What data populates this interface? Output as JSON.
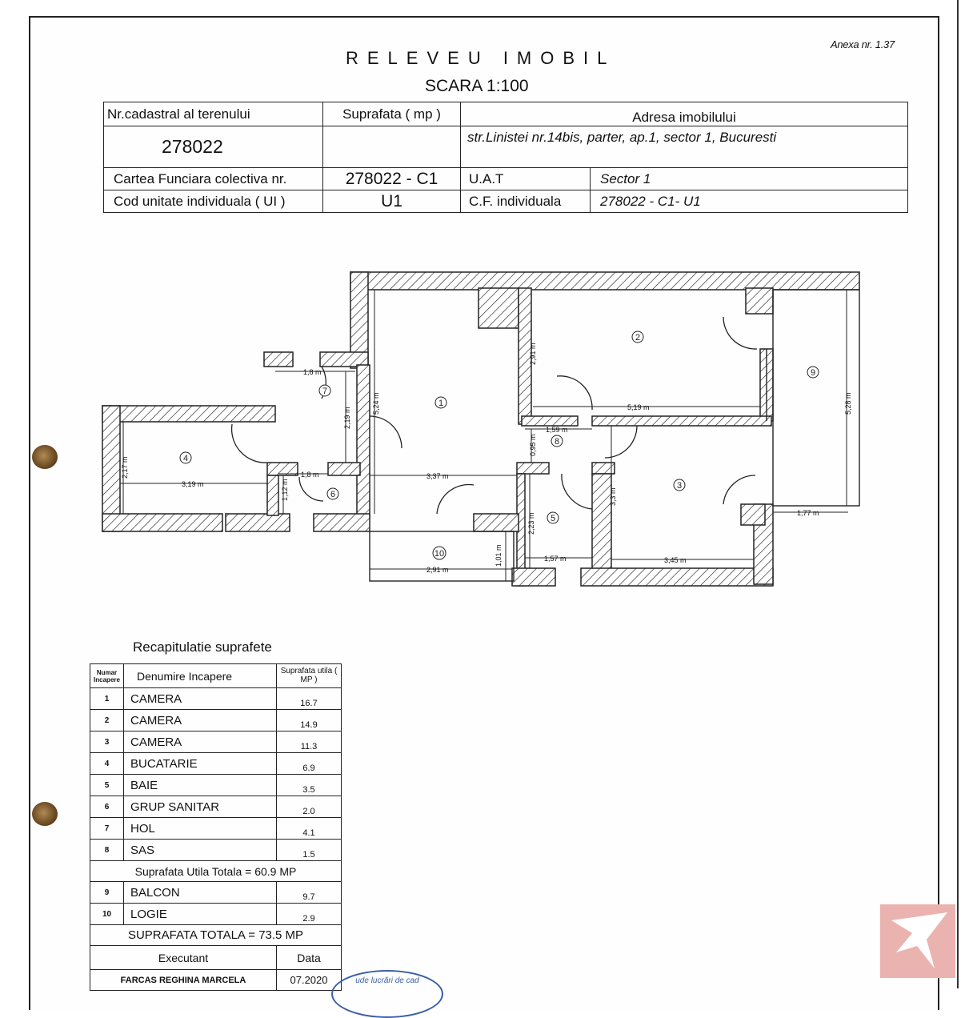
{
  "document": {
    "annex": "Anexa nr. 1.37",
    "title": "RELEVEU IMOBIL",
    "scale": "SCARA 1:100",
    "stamp_text": "ude lucrări de cad"
  },
  "header_table": {
    "cadastral_label": "Nr.cadastral al terenului",
    "cadastral_value": "278022",
    "area_label": "Suprafata ( mp )",
    "area_value": "",
    "address_label": "Adresa imobilului",
    "address_value": "str.Linistei nr.14bis, parter, ap.1, sector 1, Bucuresti",
    "cf_label": "Cartea Funciara colectiva nr.",
    "cf_value": "278022 - C1",
    "uat_label": "U.A.T",
    "uat_value": "Sector 1",
    "ui_label": "Cod unitate individuala ( UI )",
    "ui_value": "U1",
    "cf_ind_label": "C.F. individuala",
    "cf_ind_value": "278022 - C1- U1"
  },
  "floor_plan": {
    "rooms": [
      "1",
      "2",
      "3",
      "4",
      "5",
      "6",
      "7",
      "8",
      "9",
      "10"
    ],
    "dimensions": [
      "1,8 m",
      "2,19 m",
      "5,24 m",
      "2,91 m",
      "5,19 m",
      "5,28 m",
      "1,59 m",
      "0,95 m",
      "2,17 m",
      "3,19 m",
      "1,8 m",
      "1,12 m",
      "3,37 m",
      "3,3 m",
      "2,23 m",
      "1,77 m",
      "1,01 m",
      "2,91 m",
      "1,57 m",
      "3,45 m"
    ]
  },
  "recap": {
    "title": "Recapitulatie suprafete",
    "col_num": "Numar Incapere",
    "col_name": "Denumire Incapere",
    "col_area": "Suprafata utila ( MP )",
    "rows": [
      {
        "num": "1",
        "name": "CAMERA",
        "area": "16.7"
      },
      {
        "num": "2",
        "name": "CAMERA",
        "area": "14.9"
      },
      {
        "num": "3",
        "name": "CAMERA",
        "area": "11.3"
      },
      {
        "num": "4",
        "name": "BUCATARIE",
        "area": "6.9"
      },
      {
        "num": "5",
        "name": "BAIE",
        "area": "3.5"
      },
      {
        "num": "6",
        "name": "GRUP SANITAR",
        "area": "2.0"
      },
      {
        "num": "7",
        "name": "HOL",
        "area": "4.1"
      },
      {
        "num": "8",
        "name": "SAS",
        "area": "1.5"
      }
    ],
    "useful_total": "Suprafata Utila Totala = 60.9 MP",
    "extra_rows": [
      {
        "num": "9",
        "name": "BALCON",
        "area": "9.7"
      },
      {
        "num": "10",
        "name": "LOGIE",
        "area": "2.9"
      }
    ],
    "grand_total": "SUPRAFATA TOTALA = 73.5 MP",
    "executant_label": "Executant",
    "date_label": "Data",
    "executant_value": "FARCAS REGHINA MARCELA",
    "date_value": "07.2020"
  }
}
